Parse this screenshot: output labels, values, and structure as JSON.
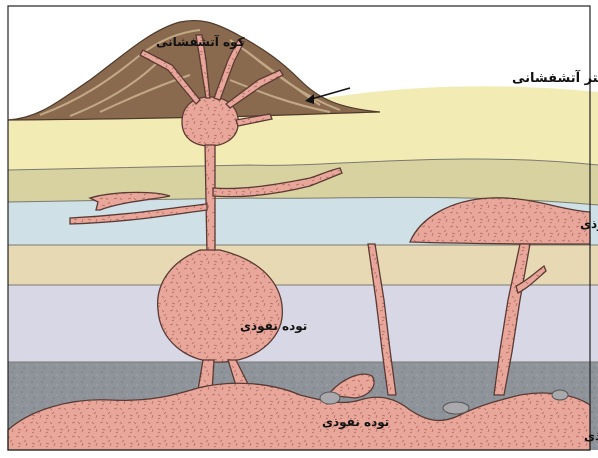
{
  "labels": {
    "volcano": "کوه آتشفشانی",
    "lava_ash": "گدازه و خاکستر آتشفشانی",
    "intrusion_right": "توده نفوذی",
    "intrusion_center": "توده نفوذی",
    "intrusion_bottom_mid": "توده نفوذی",
    "intrusion_bottom_right": "توده نفوذی"
  },
  "colors": {
    "sky": "#ffffff",
    "volcano": "#8a6a4f",
    "volcano_stripe": "#c9b08c",
    "layer_yellow": "#f2ecb4",
    "layer_khaki": "#d8d2a0",
    "layer_lightblue": "#cfe0e6",
    "layer_tan": "#e8d9b5",
    "layer_lavender": "#d8d7e6",
    "layer_gray": "#8f949b",
    "magma": "#e8a79a",
    "magma_outline": "#5a3a34",
    "rock": "#a8a8ad"
  }
}
